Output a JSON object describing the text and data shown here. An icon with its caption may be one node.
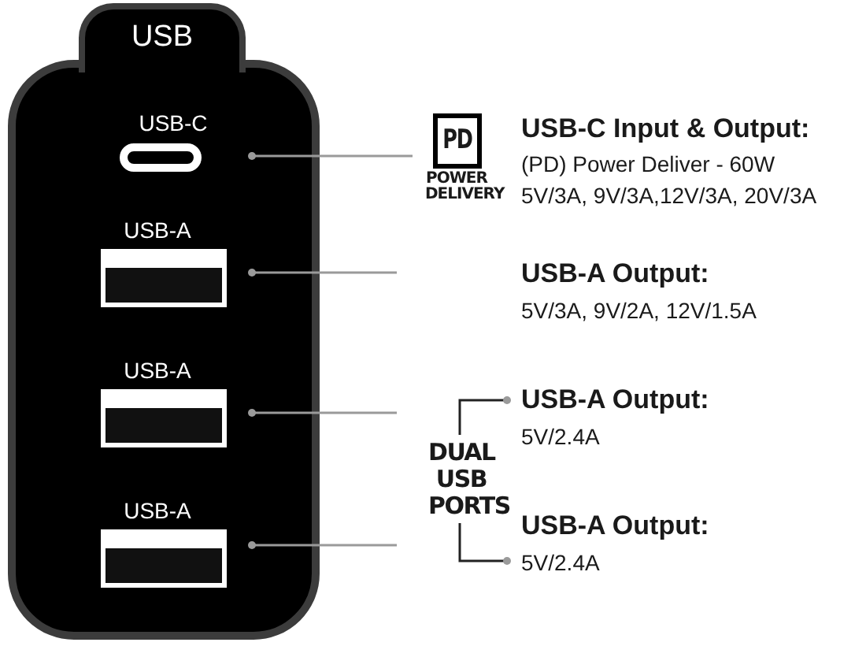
{
  "diagram": {
    "nodes": [
      {
        "text": [
          "USB"
        ]
      },
      {
        "text": [
          "USB-C"
        ],
        "in": 0
      },
      {
        "text": [
          "USB-A"
        ],
        "in": 0
      },
      {
        "text": [
          "USB-A"
        ],
        "in": 0
      },
      {
        "text": [
          "USB-A"
        ],
        "in": 0
      },
      {
        "text": [
          "PD",
          "POWER DELIVERY"
        ]
      },
      {
        "text": [
          "DUAL USB PORTS"
        ]
      },
      {
        "text": [
          "USB-A Output:",
          "5V/2.4A"
        ]
      },
      {
        "text": [
          "USB-A Output:",
          "5V/2.4A"
        ]
      }
    ],
    "edges": [
      {
        "from": 5,
        "to": 1,
        "arrow": "other"
      },
      {
        "from": null,
        "to": 2,
        "arrow": "other"
      },
      {
        "from": null,
        "to": 3,
        "arrow": "other"
      },
      {
        "from": null,
        "to": 4,
        "arrow": "other"
      },
      {
        "from": 6,
        "to": 7,
        "arrow": "other",
        "color": "#222222"
      },
      {
        "from": 6,
        "to": 8,
        "arrow": "other",
        "color": "#222222"
      }
    ],
    "labels": [
      "USB-C Input & Output:",
      "(PD) Power Deliver - 60W",
      "5V/3A, 9V/3A,12V/3A, 20V/3A",
      "USB-A Output:",
      "5V/3A, 9V/2A, 12V/1.5A"
    ]
  }
}
